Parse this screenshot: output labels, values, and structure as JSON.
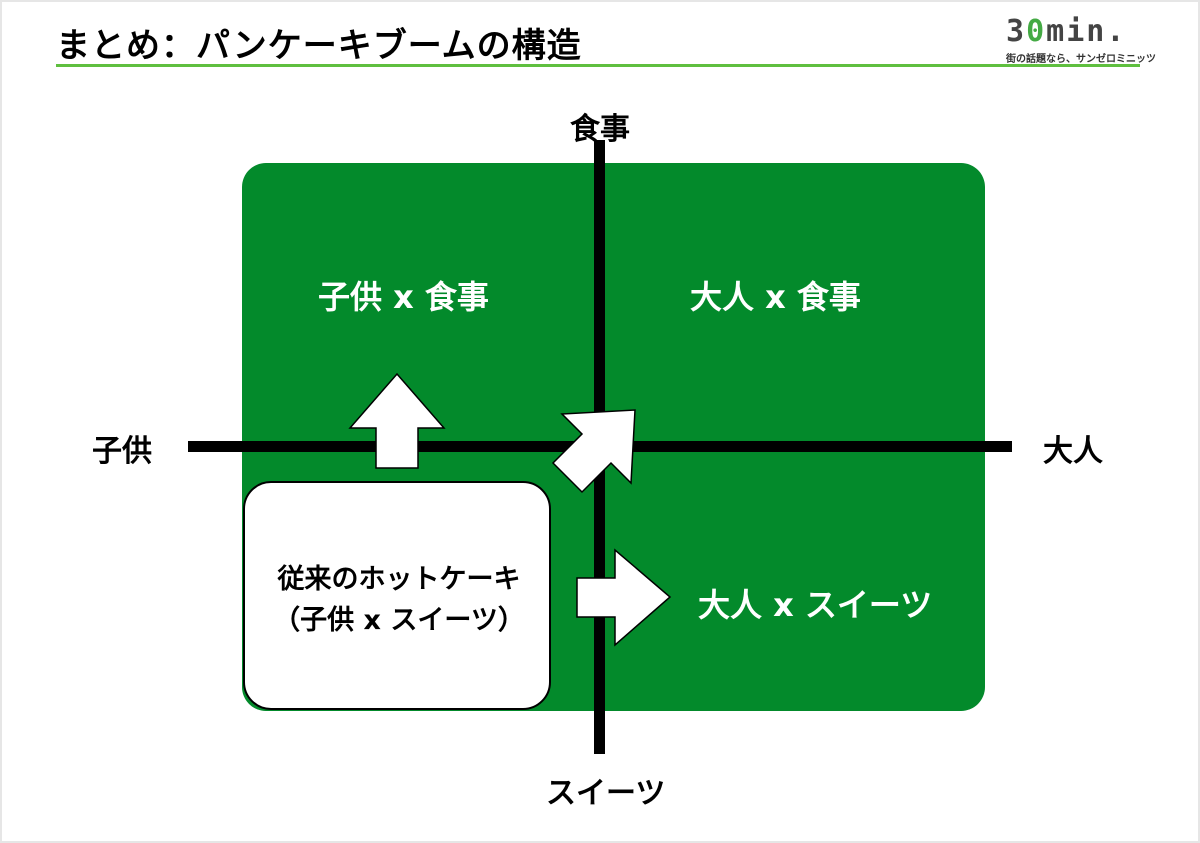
{
  "title": "まとめ：パンケーキブームの構造",
  "logo": {
    "mark": "30min.",
    "tagline": "街の話題なら、サンゼロミニッツ"
  },
  "axes": {
    "top": "食事",
    "bottom": "スイーツ",
    "left": "子供",
    "right": "大人"
  },
  "quadrants": {
    "top_left": "子供 x 食事",
    "top_right": "大人 x 食事",
    "bottom_right": "大人 x スイーツ"
  },
  "origin": {
    "line1": "従来のホットケーキ",
    "line2": "（子供 x スイーツ）"
  },
  "colors": {
    "quadrant": "#038a2b",
    "title_rule": "#5fbf3f"
  }
}
